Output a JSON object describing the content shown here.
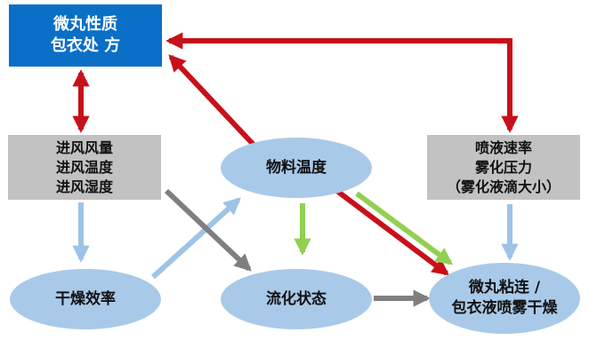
{
  "nodes": {
    "formula": {
      "lines": [
        "微丸性质",
        "包衣处 方"
      ]
    },
    "inlet_air": {
      "lines": [
        "进风风量",
        "进风温度",
        "进风湿度"
      ]
    },
    "spray": {
      "lines": [
        "喷液速率",
        "雾化压力",
        "（雾化液滴大小）"
      ]
    },
    "material_temp": {
      "lines": [
        "物料温度"
      ]
    },
    "drying_efficiency": {
      "lines": [
        "干燥效率"
      ]
    },
    "fluidization": {
      "lines": [
        "流化状态"
      ]
    },
    "adhesion": {
      "lines": [
        "微丸粘连 /",
        "包衣液喷雾干燥"
      ]
    }
  },
  "colors": {
    "blue_box": "#0B6FC7",
    "gray_box": "#C2C2C2",
    "ellipse": "#A9C9E8",
    "red_arrow": "#C8101A",
    "green_arrow": "#92D050",
    "light_blue_arrow": "#9DC3E6",
    "gray_arrow": "#7F7F7F"
  }
}
